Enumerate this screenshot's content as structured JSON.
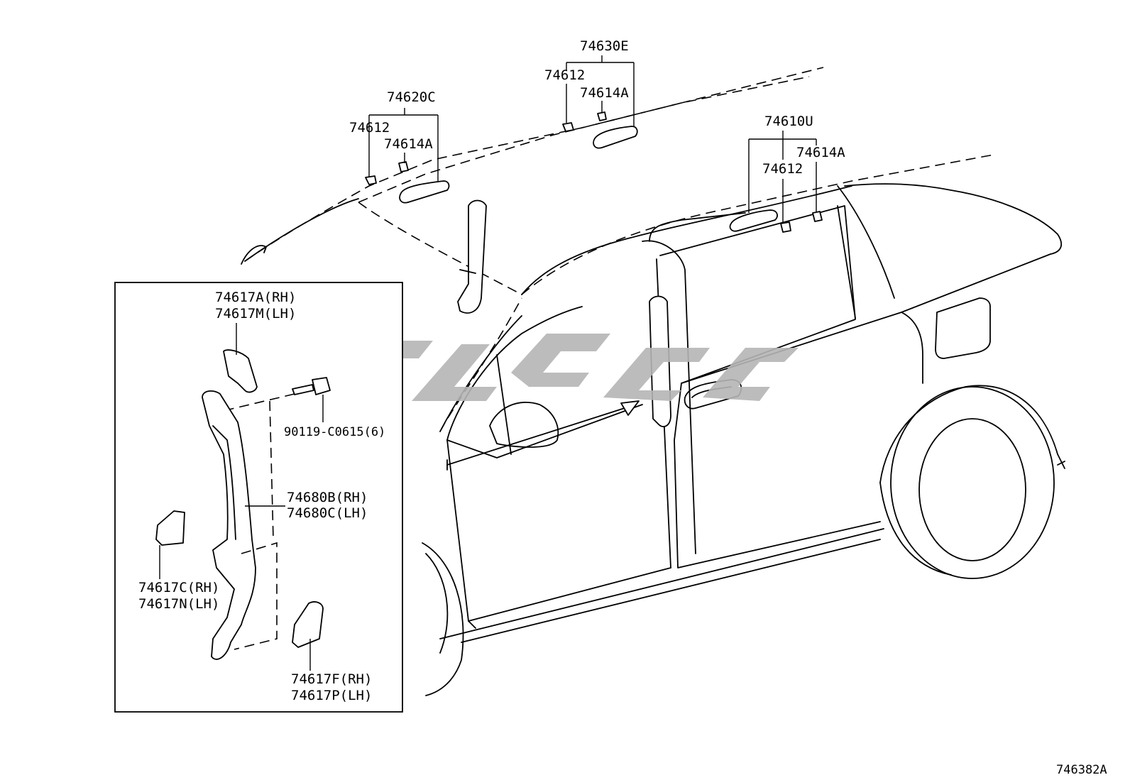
{
  "reference_code": "746382A",
  "watermark_text": "",
  "callouts": {
    "group_74620C": {
      "label": "74620C",
      "sub": [
        "74612",
        "74614A"
      ]
    },
    "group_74630E": {
      "label": "74630E",
      "sub": [
        "74612",
        "74614A"
      ]
    },
    "group_74610U": {
      "label": "74610U",
      "sub": [
        "74612",
        "74614A"
      ]
    },
    "inset": {
      "upper_cover": [
        "74617A(RH)",
        "74617M(LH)"
      ],
      "bolt": "90119-C0615(6)",
      "pillar_trim": [
        "74680B(RH)",
        "74680C(LH)"
      ],
      "middle_cover": [
        "74617C(RH)",
        "74617N(LH)"
      ],
      "lower_cover": [
        "74617F(RH)",
        "74617P(LH)"
      ]
    }
  }
}
